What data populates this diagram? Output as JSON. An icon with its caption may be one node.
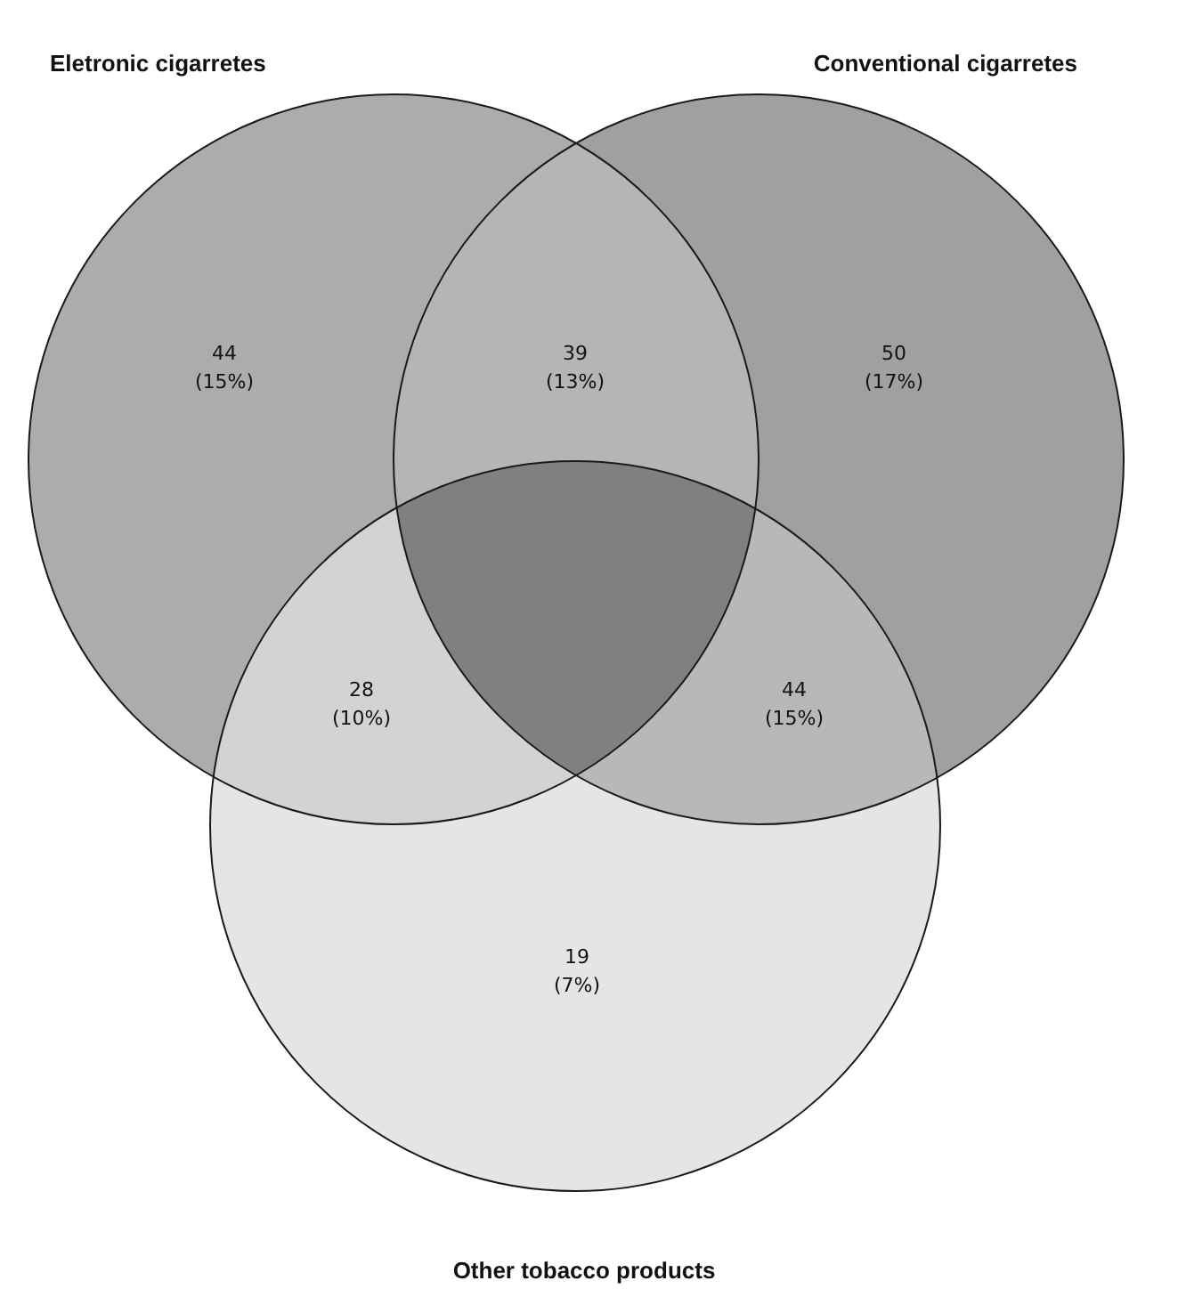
{
  "diagram": {
    "nodes": [
      {
        "text": [
          "Eletronic cigarretes"
        ]
      },
      {
        "text": [
          "Conventional cigarretes"
        ]
      },
      {
        "text": [
          "Other tobacco products"
        ]
      }
    ],
    "labels": [
      "44 (15%)",
      "39 (13%)",
      "50 (17%)",
      "28 (10%)",
      "44 (15%)",
      "19 (7%)"
    ]
  }
}
